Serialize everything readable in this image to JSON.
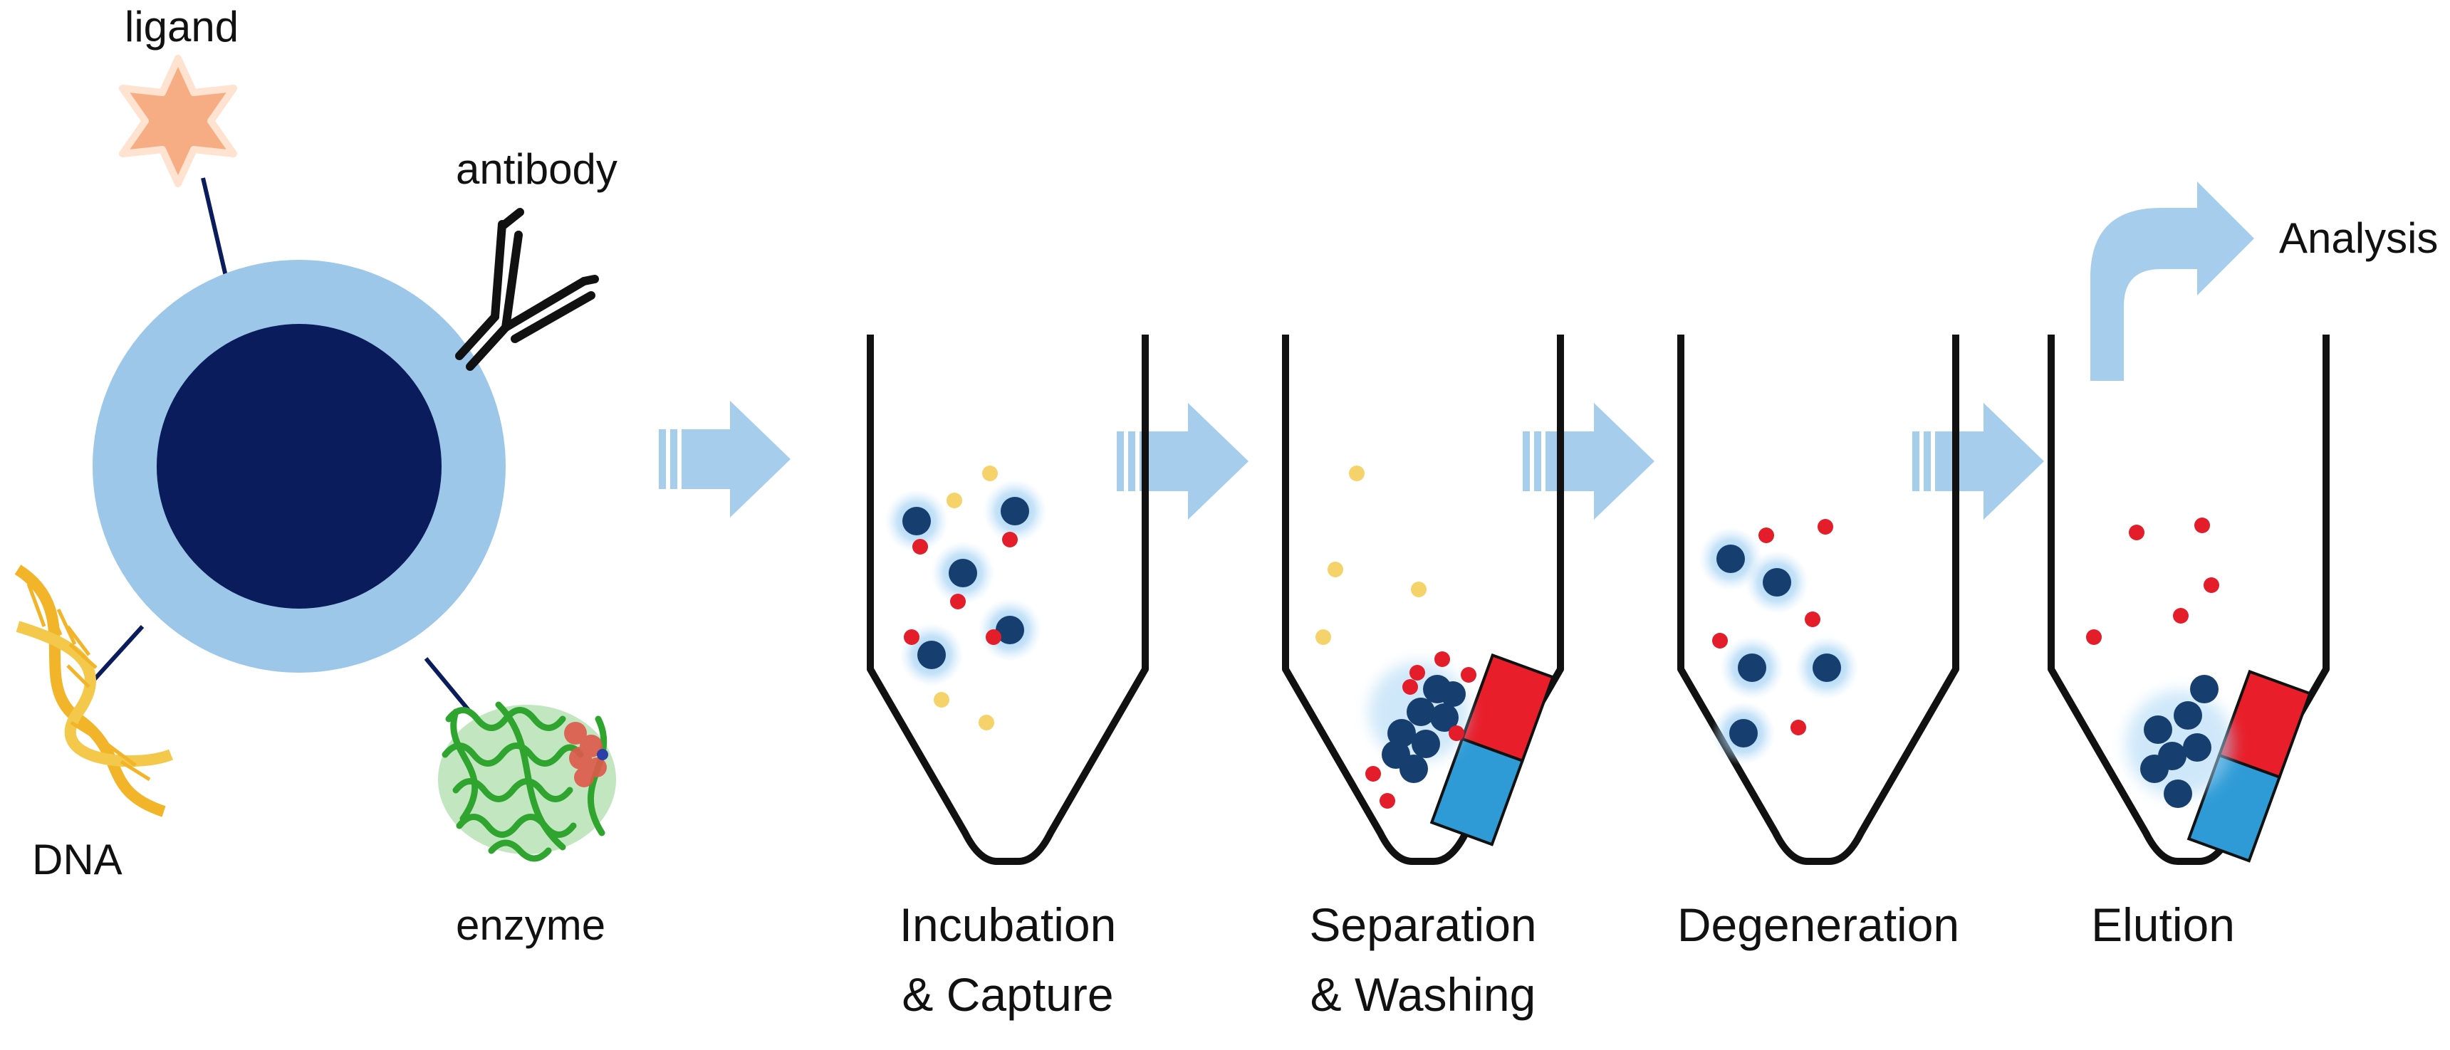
{
  "bead": {
    "labels": {
      "ligand": "ligand",
      "antibody": "antibody",
      "dna": "DNA",
      "enzyme": "enzyme"
    }
  },
  "steps": [
    {
      "line1": "Incubation",
      "line2": "& Capture"
    },
    {
      "line1": "Separation",
      "line2": "& Washing"
    },
    {
      "line1": "Degeneration",
      "line2": ""
    },
    {
      "line1": "Elution",
      "line2": ""
    }
  ],
  "analysis_label": "Analysis",
  "colors": {
    "shell": "#9cc7e8",
    "core": "#0a1c5c",
    "bead_core": "#163e6e",
    "bead_glow": "#8fc8f0",
    "target": "#e31d2a",
    "impurity": "#f6d36a",
    "magnet_north": "#e81f2b",
    "magnet_south": "#2f9bd6",
    "arrow": "#a6cdeb",
    "ligand": "#f7ad84",
    "dna": "#f2b529",
    "enzyme": "#2fa52f",
    "tube": "#111111"
  }
}
